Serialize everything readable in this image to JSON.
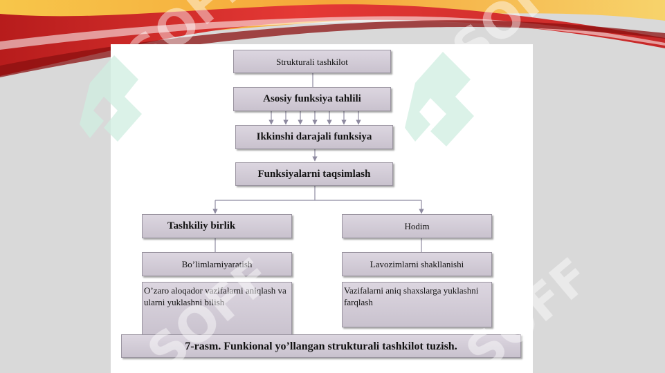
{
  "diagram": {
    "root": "Strukturali tashkilot",
    "main_function": "Asosiy funksiya tahlili",
    "second_level": "Ikkinshi darajali funksiya",
    "distribution": "Funksiyalarni taqsimlash",
    "left_branch": {
      "title": "Tashkiliy birlik",
      "step": "Bo’limlarniyaratish",
      "description": "O’zaro aloqador vazifalarni aniqlash va ularni yuklashni bilish"
    },
    "right_branch": {
      "title": "Hodim",
      "step": "Lavozimlarni shakllanishi",
      "description": "Vazifalarni aniq shaxslarga yuklashni farqlash"
    },
    "caption": "7-rasm. Funkional yo’llangan strukturali tashkilot tuzish."
  },
  "watermark": "SOFF",
  "colors": {
    "box_fill_top": "#dcd6e0",
    "box_fill_bottom": "#c9c2ce",
    "connector": "#8e8aa0",
    "watermark": "#cfeee0",
    "banner_red": "#d9261c",
    "banner_orange": "#f5a623"
  }
}
